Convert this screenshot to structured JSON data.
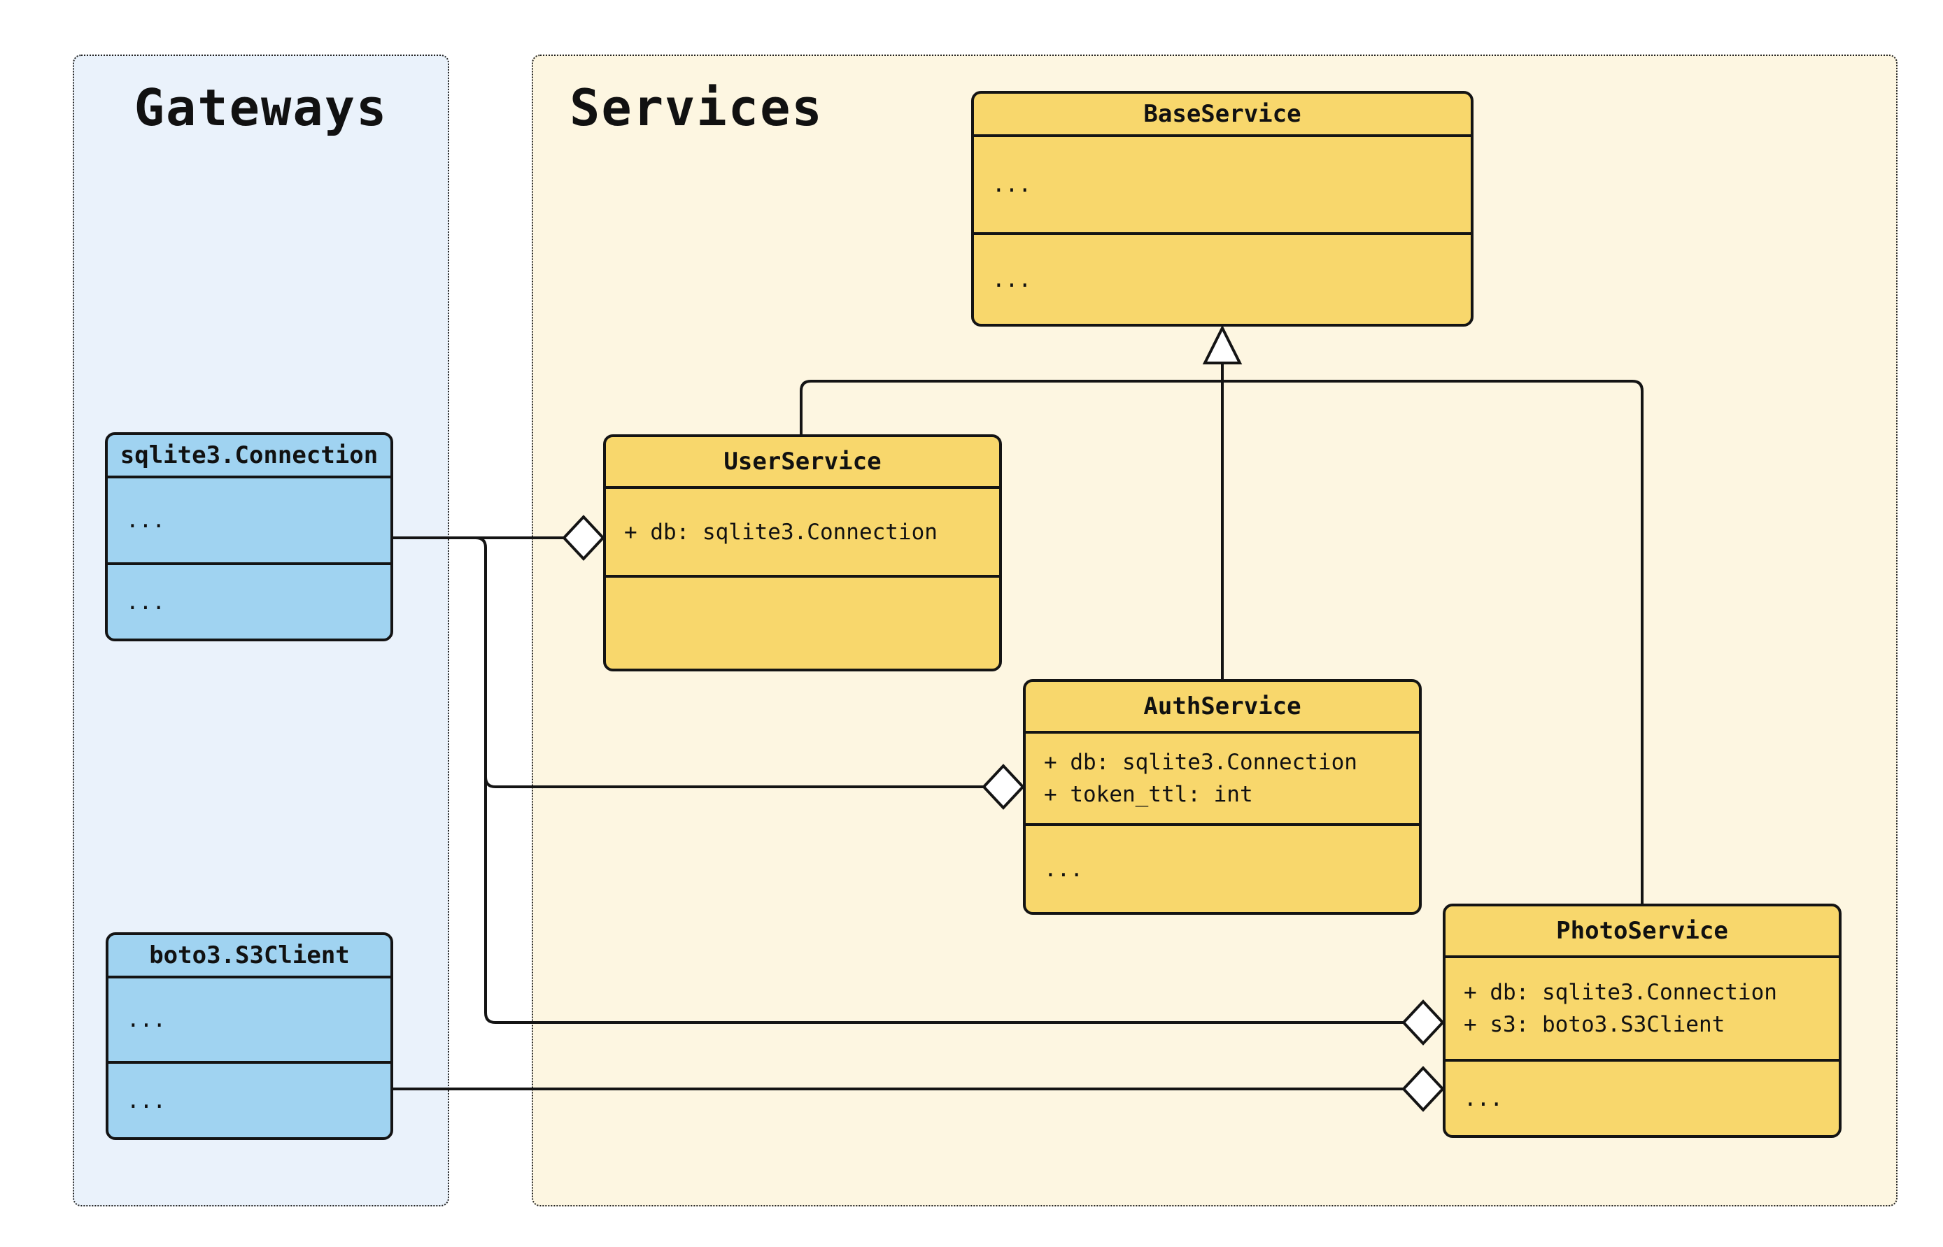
{
  "diagram_type": "uml-class-diagram",
  "panels": {
    "gateways": {
      "title": "Gateways"
    },
    "services": {
      "title": "Services"
    }
  },
  "classes": {
    "sqlite3_connection": {
      "name": "sqlite3.Connection",
      "attributes": [
        "..."
      ],
      "methods": [
        "..."
      ]
    },
    "boto3_s3client": {
      "name": "boto3.S3Client",
      "attributes": [
        "..."
      ],
      "methods": [
        "..."
      ]
    },
    "base_service": {
      "name": "BaseService",
      "attributes": [
        "..."
      ],
      "methods": [
        "..."
      ]
    },
    "user_service": {
      "name": "UserService",
      "attributes": [
        "+ db: sqlite3.Connection"
      ],
      "methods": []
    },
    "auth_service": {
      "name": "AuthService",
      "attributes": [
        "+ db: sqlite3.Connection",
        "+ token_ttl: int"
      ],
      "methods": [
        "..."
      ]
    },
    "photo_service": {
      "name": "PhotoService",
      "attributes": [
        "+ db: sqlite3.Connection",
        "+ s3: boto3.S3Client"
      ],
      "methods": [
        "..."
      ]
    }
  },
  "relationships": [
    {
      "type": "inheritance",
      "from": "UserService",
      "to": "BaseService"
    },
    {
      "type": "inheritance",
      "from": "AuthService",
      "to": "BaseService"
    },
    {
      "type": "inheritance",
      "from": "PhotoService",
      "to": "BaseService"
    },
    {
      "type": "aggregation",
      "from": "UserService",
      "to": "sqlite3.Connection"
    },
    {
      "type": "aggregation",
      "from": "AuthService",
      "to": "sqlite3.Connection"
    },
    {
      "type": "aggregation",
      "from": "PhotoService",
      "to": "sqlite3.Connection"
    },
    {
      "type": "aggregation",
      "from": "PhotoService",
      "to": "boto3.S3Client"
    }
  ],
  "colors": {
    "service_class_fill": "#F8D76C",
    "gateway_class_fill": "#A0D3F1",
    "services_panel_bg": "#FDF6E1",
    "gateways_panel_bg": "#EAF2FB",
    "stroke": "#141414",
    "diamond_fill": "#FFFFFF"
  }
}
